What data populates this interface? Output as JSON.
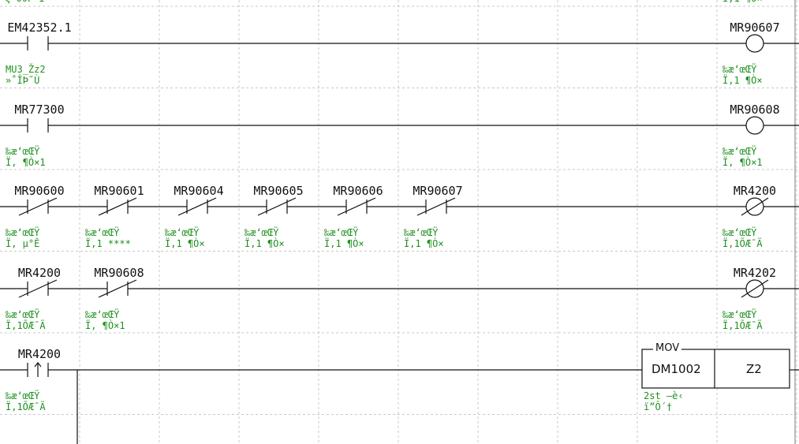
{
  "colors": {
    "grid": "#c8c8c8",
    "line": "#111111",
    "comment": "#1f8f1f"
  },
  "top_partial": {
    "left_comment": "ς 0ΰΓ Ϊ",
    "right_comment": "Ϊ,1 ¶Ò×"
  },
  "rungs": [
    {
      "id": "rung-1",
      "contacts": [
        {
          "device": "EM42352.1",
          "kind": "no",
          "comment": [
            "MU3_Žz2",
            "»˚ÎÞ˜Ù"
          ]
        }
      ],
      "coil": {
        "device": "MR90607",
        "kind": "coil",
        "comment": [
          "‰æ‘œŒŸ",
          "Ϊ,1 ¶Ò×"
        ]
      }
    },
    {
      "id": "rung-2",
      "contacts": [
        {
          "device": "MR77300",
          "kind": "no",
          "comment": [
            "‰æ‘œŒŸ",
            "Ϊ, ¶Ò×1"
          ]
        }
      ],
      "coil": {
        "device": "MR90608",
        "kind": "coil",
        "comment": [
          "‰æ‘œŒŸ",
          "Ϊ, ¶Ò×1"
        ]
      }
    },
    {
      "id": "rung-3",
      "contacts": [
        {
          "device": "MR90600",
          "kind": "nc",
          "comment": [
            "‰æ‘œŒŸ",
            "Ϊ, µ°Ê"
          ]
        },
        {
          "device": "MR90601",
          "kind": "nc",
          "comment": [
            "‰æ‘œŒŸ",
            "Ϊ,1 ****"
          ]
        },
        {
          "device": "MR90604",
          "kind": "nc",
          "comment": [
            "‰æ‘œŒŸ",
            "Ϊ,1 ¶Ò×"
          ]
        },
        {
          "device": "MR90605",
          "kind": "nc",
          "comment": [
            "‰æ‘œŒŸ",
            "Ϊ,1 ¶Ò×"
          ]
        },
        {
          "device": "MR90606",
          "kind": "nc",
          "comment": [
            "‰æ‘œŒŸ",
            "Ϊ,1 ¶Ò×"
          ]
        },
        {
          "device": "MR90607",
          "kind": "nc",
          "comment": [
            "‰æ‘œŒŸ",
            "Ϊ,1 ¶Ò×"
          ]
        }
      ],
      "coil": {
        "device": "MR4200",
        "kind": "reset",
        "comment": [
          "‰æ‘œŒŸ",
          "Ϊ,1ÕÆ¯Ä"
        ]
      }
    },
    {
      "id": "rung-4",
      "contacts": [
        {
          "device": "MR4200",
          "kind": "nc",
          "comment": [
            "‰æ‘œŒŸ",
            "Ϊ,1ÕÆ¯Ä"
          ]
        },
        {
          "device": "MR90608",
          "kind": "nc",
          "comment": [
            "‰æ‘œŒŸ",
            "Ϊ, ¶Ò×1"
          ]
        }
      ],
      "coil": {
        "device": "MR4202",
        "kind": "reset",
        "comment": [
          "‰æ‘œŒŸ",
          "Ϊ,1ÕÆ¯Ä"
        ]
      }
    },
    {
      "id": "rung-5",
      "contacts": [
        {
          "device": "MR4200",
          "kind": "rise",
          "comment": [
            "‰æ‘œŒŸ",
            "Ϊ,1ÕÆ¯Ä"
          ]
        }
      ],
      "mov": {
        "title": "MOV",
        "source": "DM1002",
        "dest": "Z2",
        "comment": [
          "2st –è‹",
          "ï”Ô΄†"
        ]
      }
    }
  ]
}
